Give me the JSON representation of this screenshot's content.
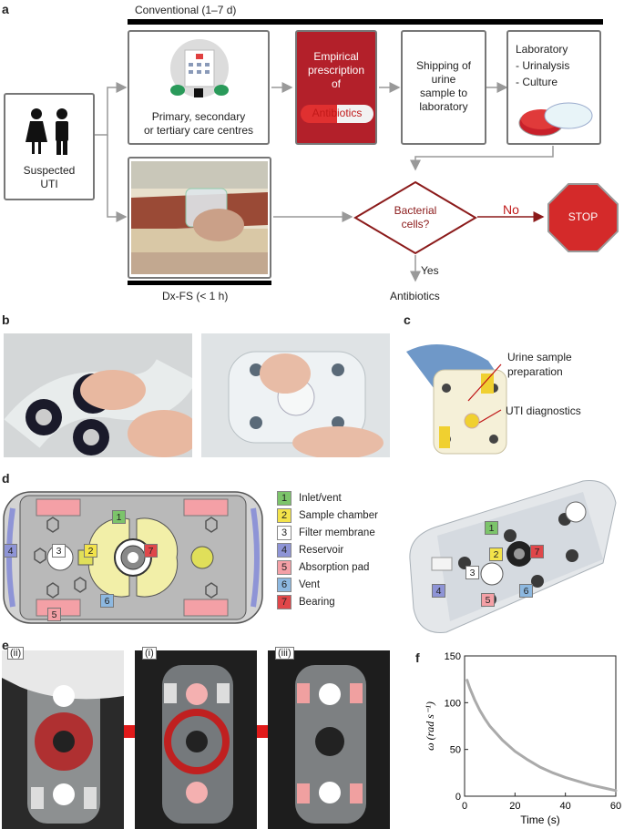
{
  "panels": {
    "a": "a",
    "b": "b",
    "c": "c",
    "d": "d",
    "e": "e",
    "f": "f"
  },
  "panel_a": {
    "conventional_label": "Conventional (1–7 d)",
    "dxfs_label": "Dx-FS (< 1 h)",
    "suspected_label": "Suspected\nUTI",
    "care_centres_label": "Primary, secondary\nor tertiary care centres",
    "prescription_label": "Empirical\nprescription\nof",
    "antibiotics_pill": "Antibiotics",
    "shipping_label": "Shipping of\nurine\nsample to\nlaboratory",
    "laboratory_title": "Laboratory",
    "laboratory_items": [
      "- Urinalysis",
      "- Culture"
    ],
    "decision_label": "Bacterial\ncells?",
    "no_label": "No",
    "yes_label": "Yes",
    "stop_label": "STOP",
    "antibiotics_outcome": "Antibiotics",
    "colors": {
      "prescription_red": "#b3202a",
      "decision_border": "#8b1a1a",
      "stop_red": "#d42a2a"
    }
  },
  "panel_c": {
    "annotation_1": "Urine sample\npreparation",
    "annotation_2": "UTI diagnostics"
  },
  "panel_d": {
    "legend": [
      {
        "num": "1",
        "label": "Inlet/vent",
        "color": "#7cc46a"
      },
      {
        "num": "2",
        "label": "Sample chamber",
        "color": "#f3e34a"
      },
      {
        "num": "3",
        "label": "Filter membrane",
        "color": "#ffffff"
      },
      {
        "num": "4",
        "label": "Reservoir",
        "color": "#8e94d6"
      },
      {
        "num": "5",
        "label": "Absorption pad",
        "color": "#f4a0a6"
      },
      {
        "num": "6",
        "label": "Vent",
        "color": "#8db8e0"
      },
      {
        "num": "7",
        "label": "Bearing",
        "color": "#e0474a"
      }
    ]
  },
  "panel_e": {
    "steps": [
      "(ii)",
      "(i)",
      "(iii)"
    ]
  },
  "chart_data": {
    "type": "line",
    "xlabel": "Time (s)",
    "ylabel": "ω (rad s⁻¹)",
    "xlim": [
      0,
      60
    ],
    "ylim": [
      0,
      150
    ],
    "xticks": [
      "0",
      "20",
      "40",
      "60"
    ],
    "yticks": [
      "0",
      "50",
      "100",
      "150"
    ],
    "series": [
      {
        "x": [
          1,
          2,
          4,
          6,
          8,
          10,
          15,
          20,
          25,
          30,
          35,
          40,
          45,
          50,
          55,
          60
        ],
        "y": [
          124,
          116,
          103,
          92,
          83,
          75,
          60,
          48,
          39,
          31,
          25,
          20,
          16,
          12,
          9,
          6
        ]
      }
    ],
    "color": "#aaaaaa",
    "grid": false
  }
}
